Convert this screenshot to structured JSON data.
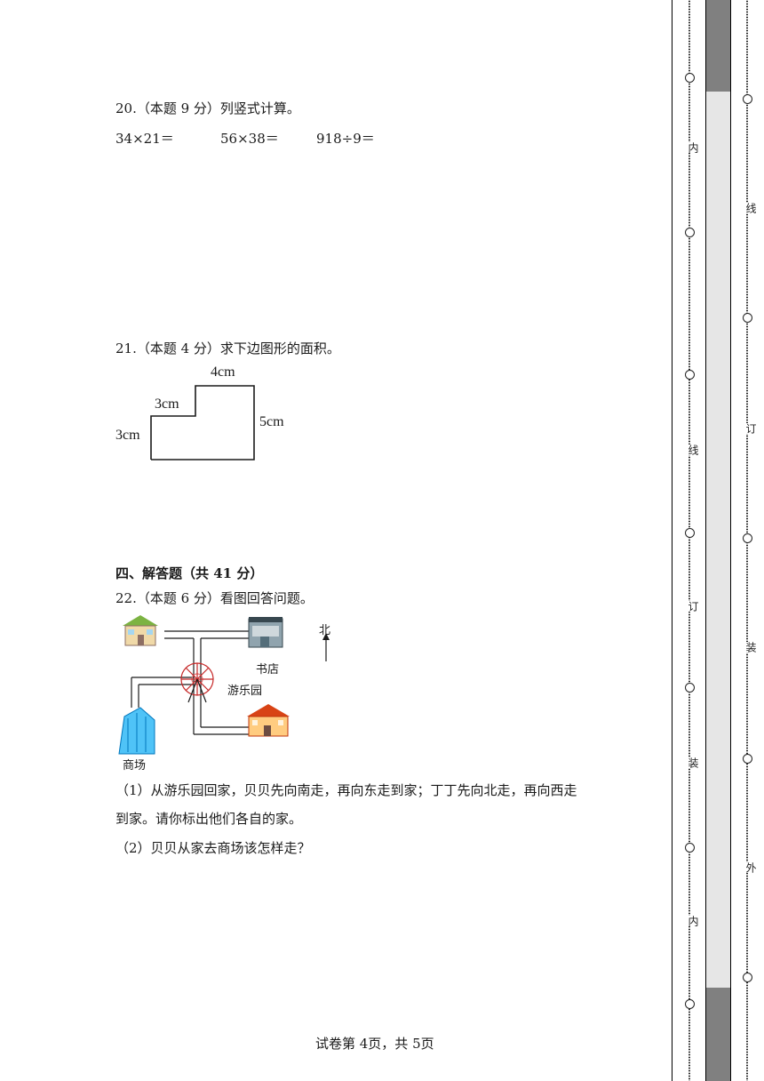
{
  "q20": {
    "title": "20.（本题 9 分）列竖式计算。",
    "items": [
      "34×21＝",
      "56×38＝",
      "918÷9＝"
    ]
  },
  "q21": {
    "title": "21.（本题 4 分）求下边图形的面积。",
    "labels": {
      "top": "4cm",
      "step": "3cm",
      "left": "3cm",
      "right": "5cm"
    }
  },
  "section4": {
    "title": "四、解答题（共 41 分）"
  },
  "q22": {
    "title": "22.（本题 6 分）看图回答问题。",
    "map": {
      "north": "北",
      "bookstore": "书店",
      "park": "游乐园",
      "mall": "商场"
    },
    "part1_line1": "（1）从游乐园回家，贝贝先向南走，再向东走到家；丁丁先向北走，再向西走",
    "part1_line2": "到家。请你标出他们各自的家。",
    "part2": "（2）贝贝从家去商场该怎样走？"
  },
  "footer": "试卷第 4页，共 5页",
  "binding": {
    "inner_marks": [
      "内",
      "线",
      "订",
      "装",
      "内"
    ],
    "outer_marks": [
      "线",
      "订",
      "装",
      "外"
    ]
  },
  "colors": {
    "gray_band": "#808080",
    "light_band": "#e6e6e6",
    "text": "#1a1a1a"
  }
}
